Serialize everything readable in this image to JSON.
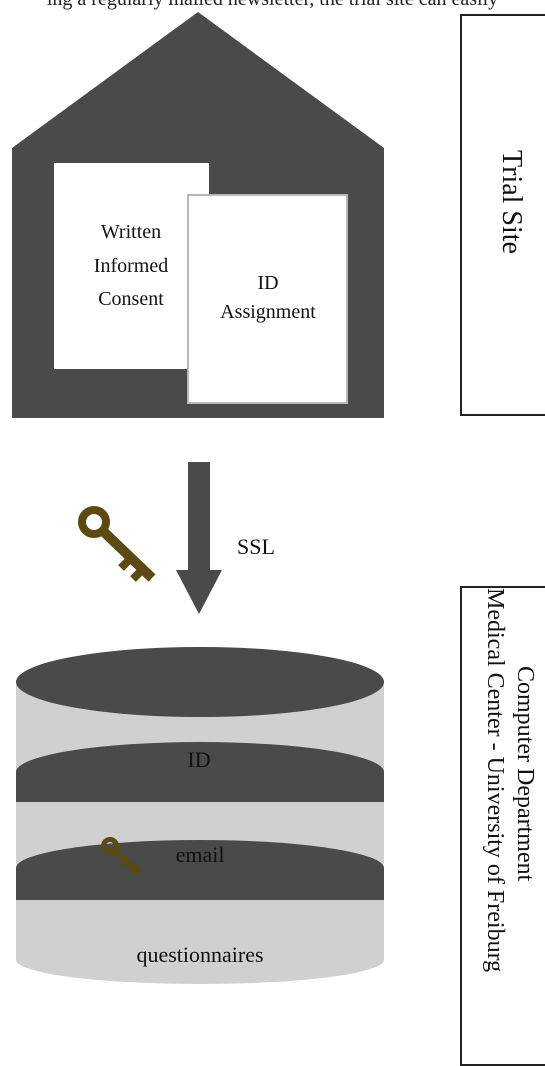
{
  "caption_top": "ing a regularly mailed newsletter, the trial site can easily",
  "house": {
    "doc_consent_lines": [
      "Written",
      "Informed",
      "Consent"
    ],
    "doc_id_lines": [
      "ID",
      "Assignment"
    ]
  },
  "transfer": {
    "protocol": "SSL"
  },
  "database": {
    "layers": [
      "ID",
      "email",
      "questionnaires"
    ]
  },
  "side_labels": {
    "trial_site": "Trial Site",
    "computer_dept_line1": "Computer Department",
    "computer_dept_line2": "Medical Center - University of Freiburg"
  },
  "colors": {
    "dark_gray": "#4a4a4a",
    "cylinder_gray": "#d0d0d0",
    "key_brown": "#5b4a12",
    "white": "#ffffff"
  }
}
